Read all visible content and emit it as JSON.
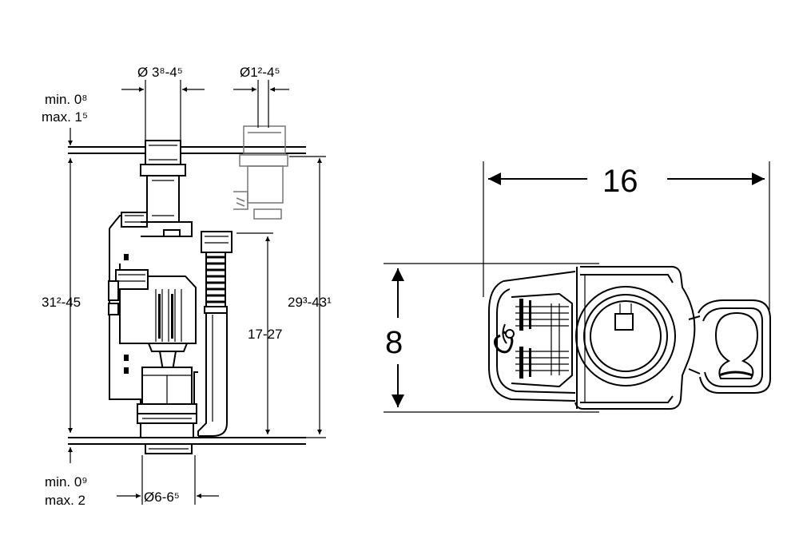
{
  "left_view": {
    "top_min_label": "min. 0⁸",
    "top_max_label": "max. 1⁵",
    "bottom_min_label": "min. 0⁹",
    "bottom_max_label": "max. 2",
    "left_height_label": "31²-45",
    "right_height_label": "29³-43¹",
    "inner_height_label": "17-27",
    "top_left_diameter_label": "Ø 3⁸-4⁵",
    "top_right_diameter_label": "Ø1²-4⁵",
    "bottom_diameter_label": "Ø6-6⁵"
  },
  "right_view": {
    "width_label": "16",
    "height_label": "8"
  }
}
